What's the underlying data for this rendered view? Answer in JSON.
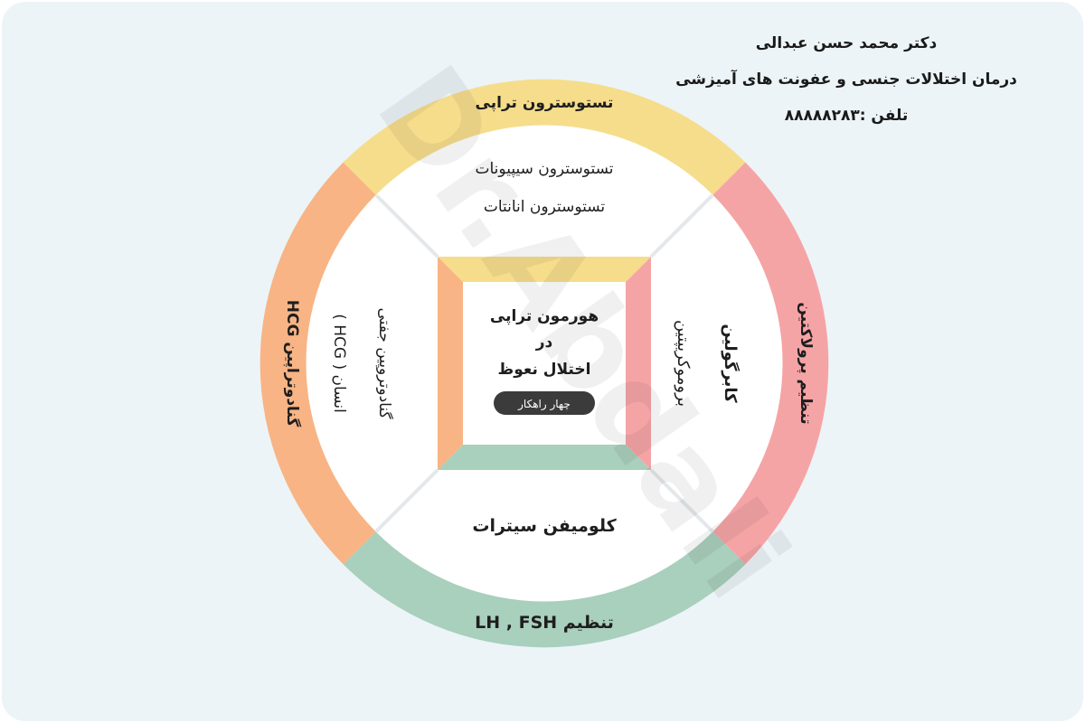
{
  "header": {
    "doctor_name": "دکتر محمد حسن عبدالی",
    "specialty": "درمان اختلالات جنسی و عفونت های آمیزشی",
    "phone": "تلفن :۸۸۸۸۸۲۸۳"
  },
  "watermark": "Dr.Abdali",
  "center": {
    "title_line1": "هورمون تراپی",
    "title_line2": "در",
    "title_line3": "اختلال نعوظ",
    "badge": "چهار راهکار"
  },
  "ring": {
    "top": "تستوسترون تراپی",
    "right": "تنظیم پرولاکتین",
    "bottom": "تنظیم LH , FSH",
    "left": "گنادوتراپین HCG"
  },
  "inner": {
    "top_line1": "تستوسترون سیپیونات",
    "top_line2": "تستوسترون انانتات",
    "right_line1": "کابرگولین",
    "right_line2": "بروموکریپتین",
    "bottom": "کلومیفن سیترات",
    "left_line1": "گنادوتروپین جفتی",
    "left_line2": "انسان ( HCG )"
  },
  "colors": {
    "yellow": "#f6dd8c",
    "pink": "#f5a4a6",
    "green": "#a9cfbd",
    "orange": "#f8b484",
    "badge": "#3b3b3b",
    "background": "#ecf4f7"
  }
}
